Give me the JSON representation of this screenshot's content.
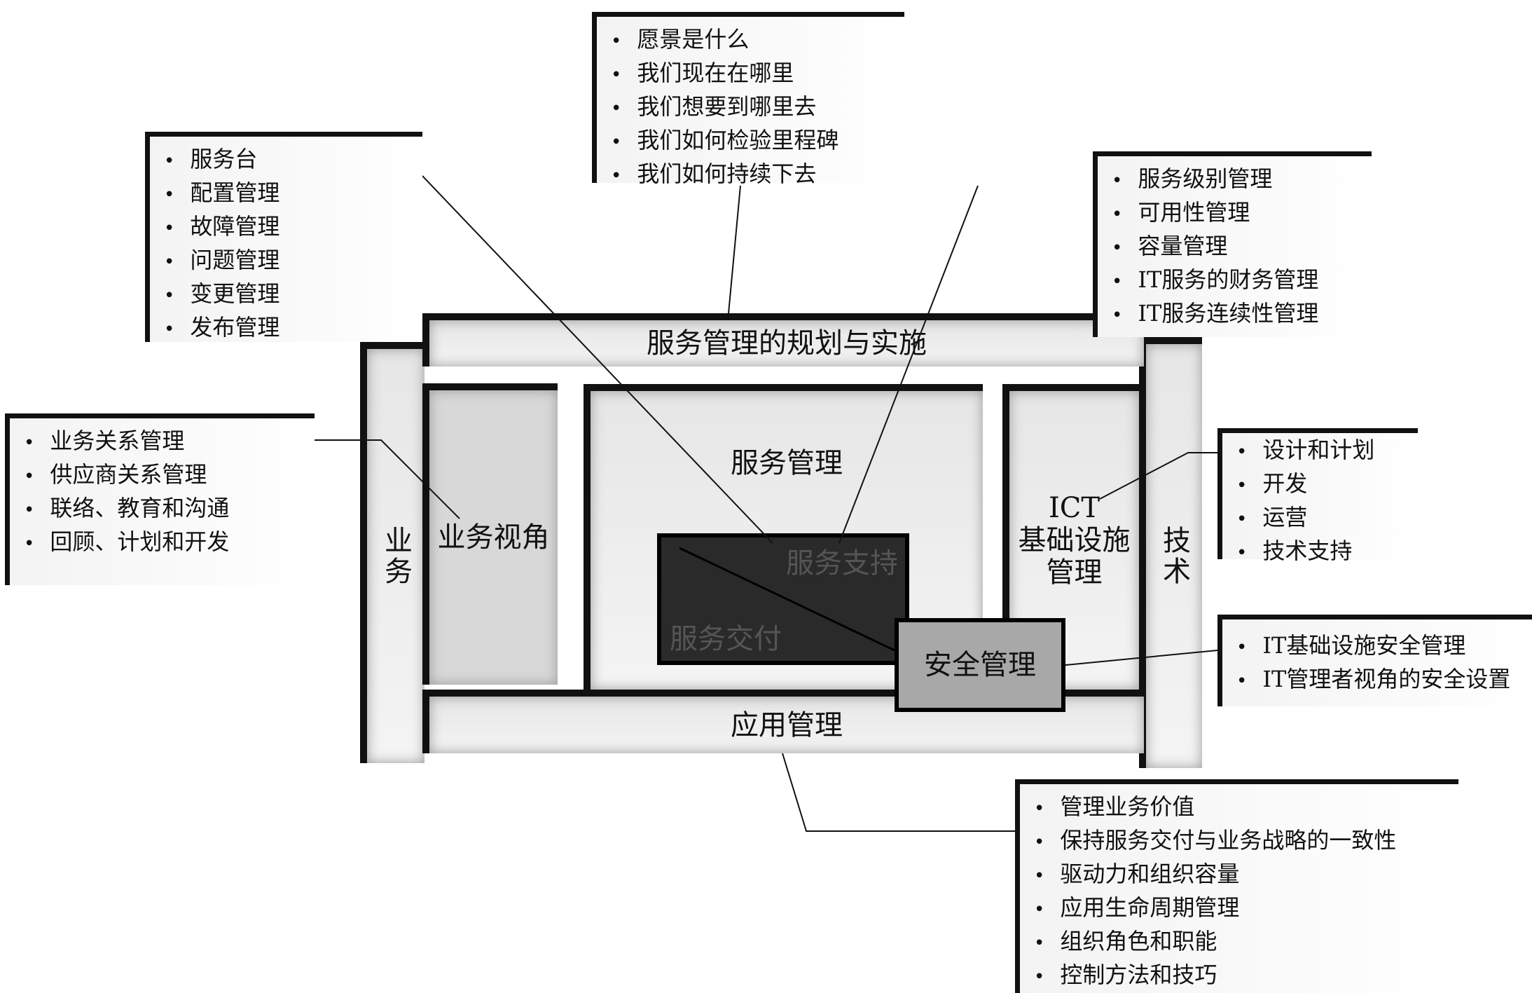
{
  "center": {
    "top_bar": "服务管理的规划与实施",
    "bottom_bar": "应用管理",
    "left_bar": "业务",
    "right_bar": "技术",
    "business_perspective": "业务视角",
    "service_management": "服务管理",
    "service_support": "服务支持",
    "service_delivery": "服务交付",
    "ict": "ICT\n基础设施\n管理",
    "security": "安全管理"
  },
  "callouts": {
    "planning": [
      "愿景是什么",
      "我们现在在哪里",
      "我们想要到哪里去",
      "我们如何检验里程碑",
      "我们如何持续下去"
    ],
    "support": [
      "服务台",
      "配置管理",
      "故障管理",
      "问题管理",
      "变更管理",
      "发布管理"
    ],
    "delivery": [
      "服务级别管理",
      "可用性管理",
      "容量管理",
      "IT服务的财务管理",
      "IT服务连续性管理"
    ],
    "business": [
      "业务关系管理",
      "供应商关系管理",
      "联络、教育和沟通",
      "回顾、计划和开发"
    ],
    "ict": [
      "设计和计划",
      "开发",
      "运营",
      "技术支持"
    ],
    "security": [
      "IT基础设施安全管理",
      "IT管理者视角的安全设置"
    ],
    "application": [
      "管理业务价值",
      "保持服务交付与业务战略的一致性",
      "驱动力和组织容量",
      "应用生命周期管理",
      "组织角色和职能",
      "控制方法和技巧"
    ]
  }
}
